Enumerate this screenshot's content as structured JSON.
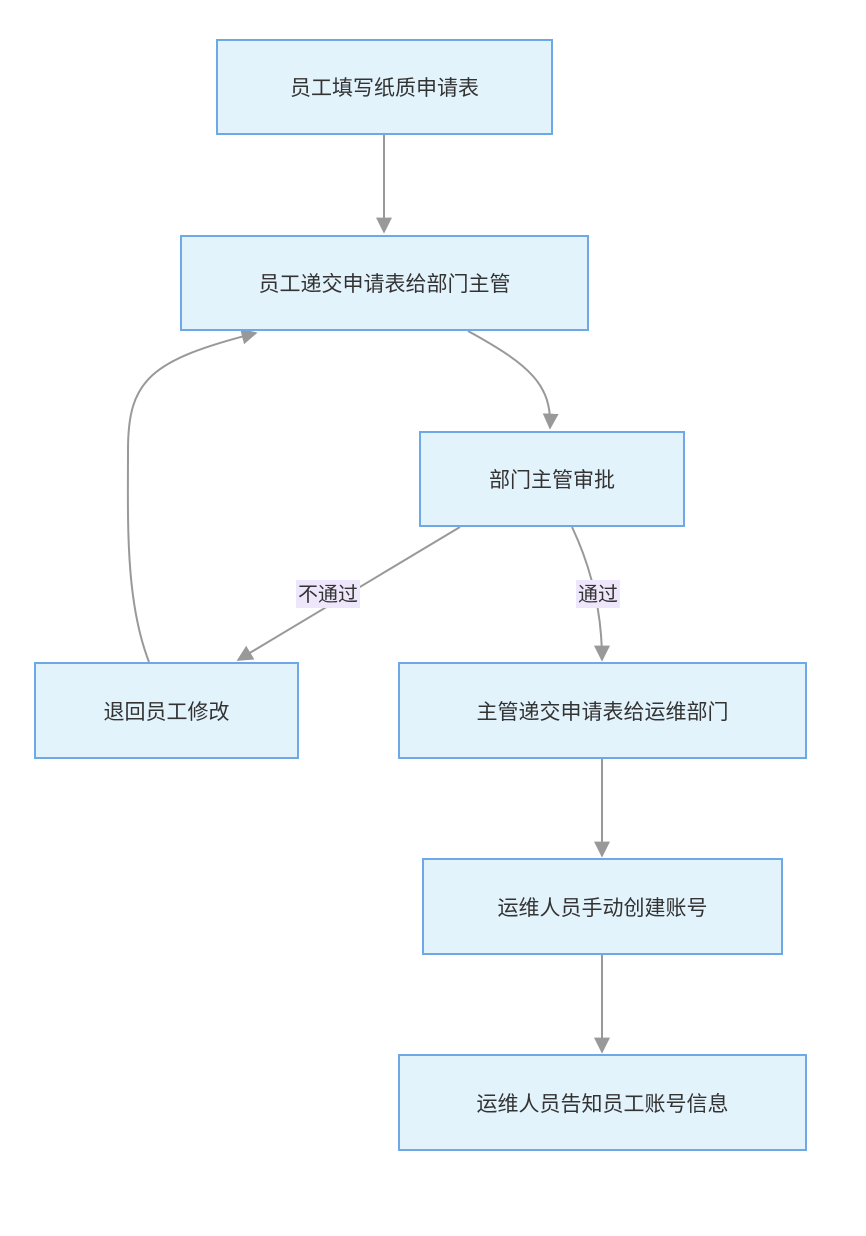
{
  "colors": {
    "node_fill": "#e3f3fc",
    "node_border": "#6fa8e6",
    "edge": "#999999",
    "label_bg": "#eee6fb",
    "text": "#333333"
  },
  "nodes": {
    "fill_form": "员工填写纸质申请表",
    "submit_to_manager": "员工递交申请表给部门主管",
    "manager_approval": "部门主管审批",
    "return_to_employee": "退回员工修改",
    "manager_submit_to_ops": "主管递交申请表给运维部门",
    "ops_create_account": "运维人员手动创建账号",
    "ops_notify_employee": "运维人员告知员工账号信息"
  },
  "edges": [
    {
      "from": "fill_form",
      "to": "submit_to_manager",
      "label": ""
    },
    {
      "from": "submit_to_manager",
      "to": "manager_approval",
      "label": ""
    },
    {
      "from": "manager_approval",
      "to": "return_to_employee",
      "label": "不通过"
    },
    {
      "from": "manager_approval",
      "to": "manager_submit_to_ops",
      "label": "通过"
    },
    {
      "from": "return_to_employee",
      "to": "submit_to_manager",
      "label": ""
    },
    {
      "from": "manager_submit_to_ops",
      "to": "ops_create_account",
      "label": ""
    },
    {
      "from": "ops_create_account",
      "to": "ops_notify_employee",
      "label": ""
    }
  ],
  "edge_labels": {
    "reject": "不通过",
    "approve": "通过"
  }
}
